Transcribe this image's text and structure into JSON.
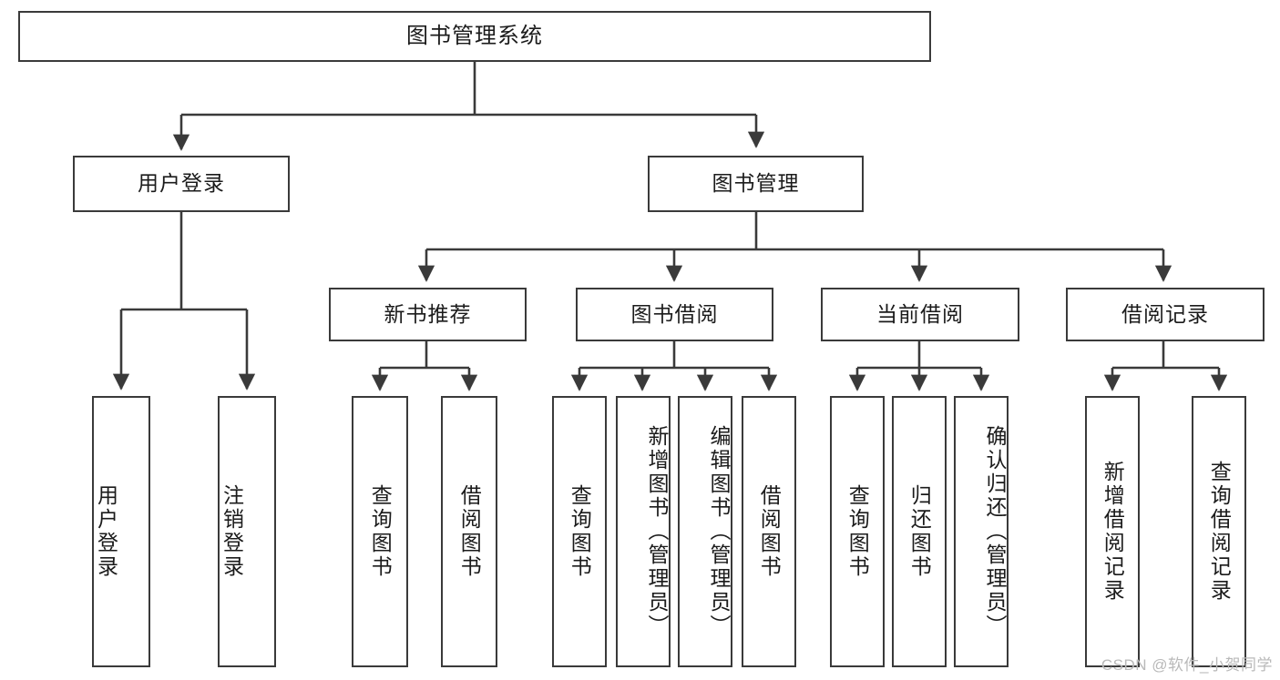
{
  "diagram": {
    "title": "图书管理系统",
    "type": "tree-hierarchy-chart",
    "watermark": "CSDN @软件_小贺同学",
    "colors": {
      "box_border": "#3a3a3a",
      "box_fill": "#ffffff",
      "connector": "#3a3a3a",
      "text": "#1b1b1b",
      "watermark": "#b9b9b9"
    },
    "root": {
      "label": "图书管理系统"
    },
    "level2": [
      {
        "id": "user-login",
        "label": "用户登录"
      },
      {
        "id": "book-manage",
        "label": "图书管理"
      }
    ],
    "level3": [
      {
        "id": "new-book-recommend",
        "label": "新书推荐"
      },
      {
        "id": "book-borrow",
        "label": "图书借阅"
      },
      {
        "id": "current-borrow",
        "label": "当前借阅"
      },
      {
        "id": "borrow-record",
        "label": "借阅记录"
      }
    ],
    "leaves": {
      "user_login": [
        {
          "id": "leaf-user-login",
          "label": "用户登录"
        },
        {
          "id": "leaf-logout-login",
          "label": "注销登录"
        }
      ],
      "new_book_recommend": [
        {
          "id": "leaf-query-book-1",
          "label": "查询图书"
        },
        {
          "id": "leaf-borrow-book-1",
          "label": "借阅图书"
        }
      ],
      "book_borrow": [
        {
          "id": "leaf-query-book-2",
          "label": "查询图书"
        },
        {
          "id": "leaf-add-book-admin",
          "label": "新增图书（管理员）"
        },
        {
          "id": "leaf-edit-book-admin",
          "label": "编辑图书（管理员）"
        },
        {
          "id": "leaf-borrow-book-2",
          "label": "借阅图书"
        }
      ],
      "current_borrow": [
        {
          "id": "leaf-query-book-3",
          "label": "查询图书"
        },
        {
          "id": "leaf-return-book",
          "label": "归还图书"
        },
        {
          "id": "leaf-confirm-return-admin",
          "label": "确认归还（管理员）"
        }
      ],
      "borrow_record": [
        {
          "id": "leaf-add-borrow-record",
          "label": "新增借阅记录"
        },
        {
          "id": "leaf-query-borrow-record",
          "label": "查询借阅记录"
        }
      ]
    }
  }
}
